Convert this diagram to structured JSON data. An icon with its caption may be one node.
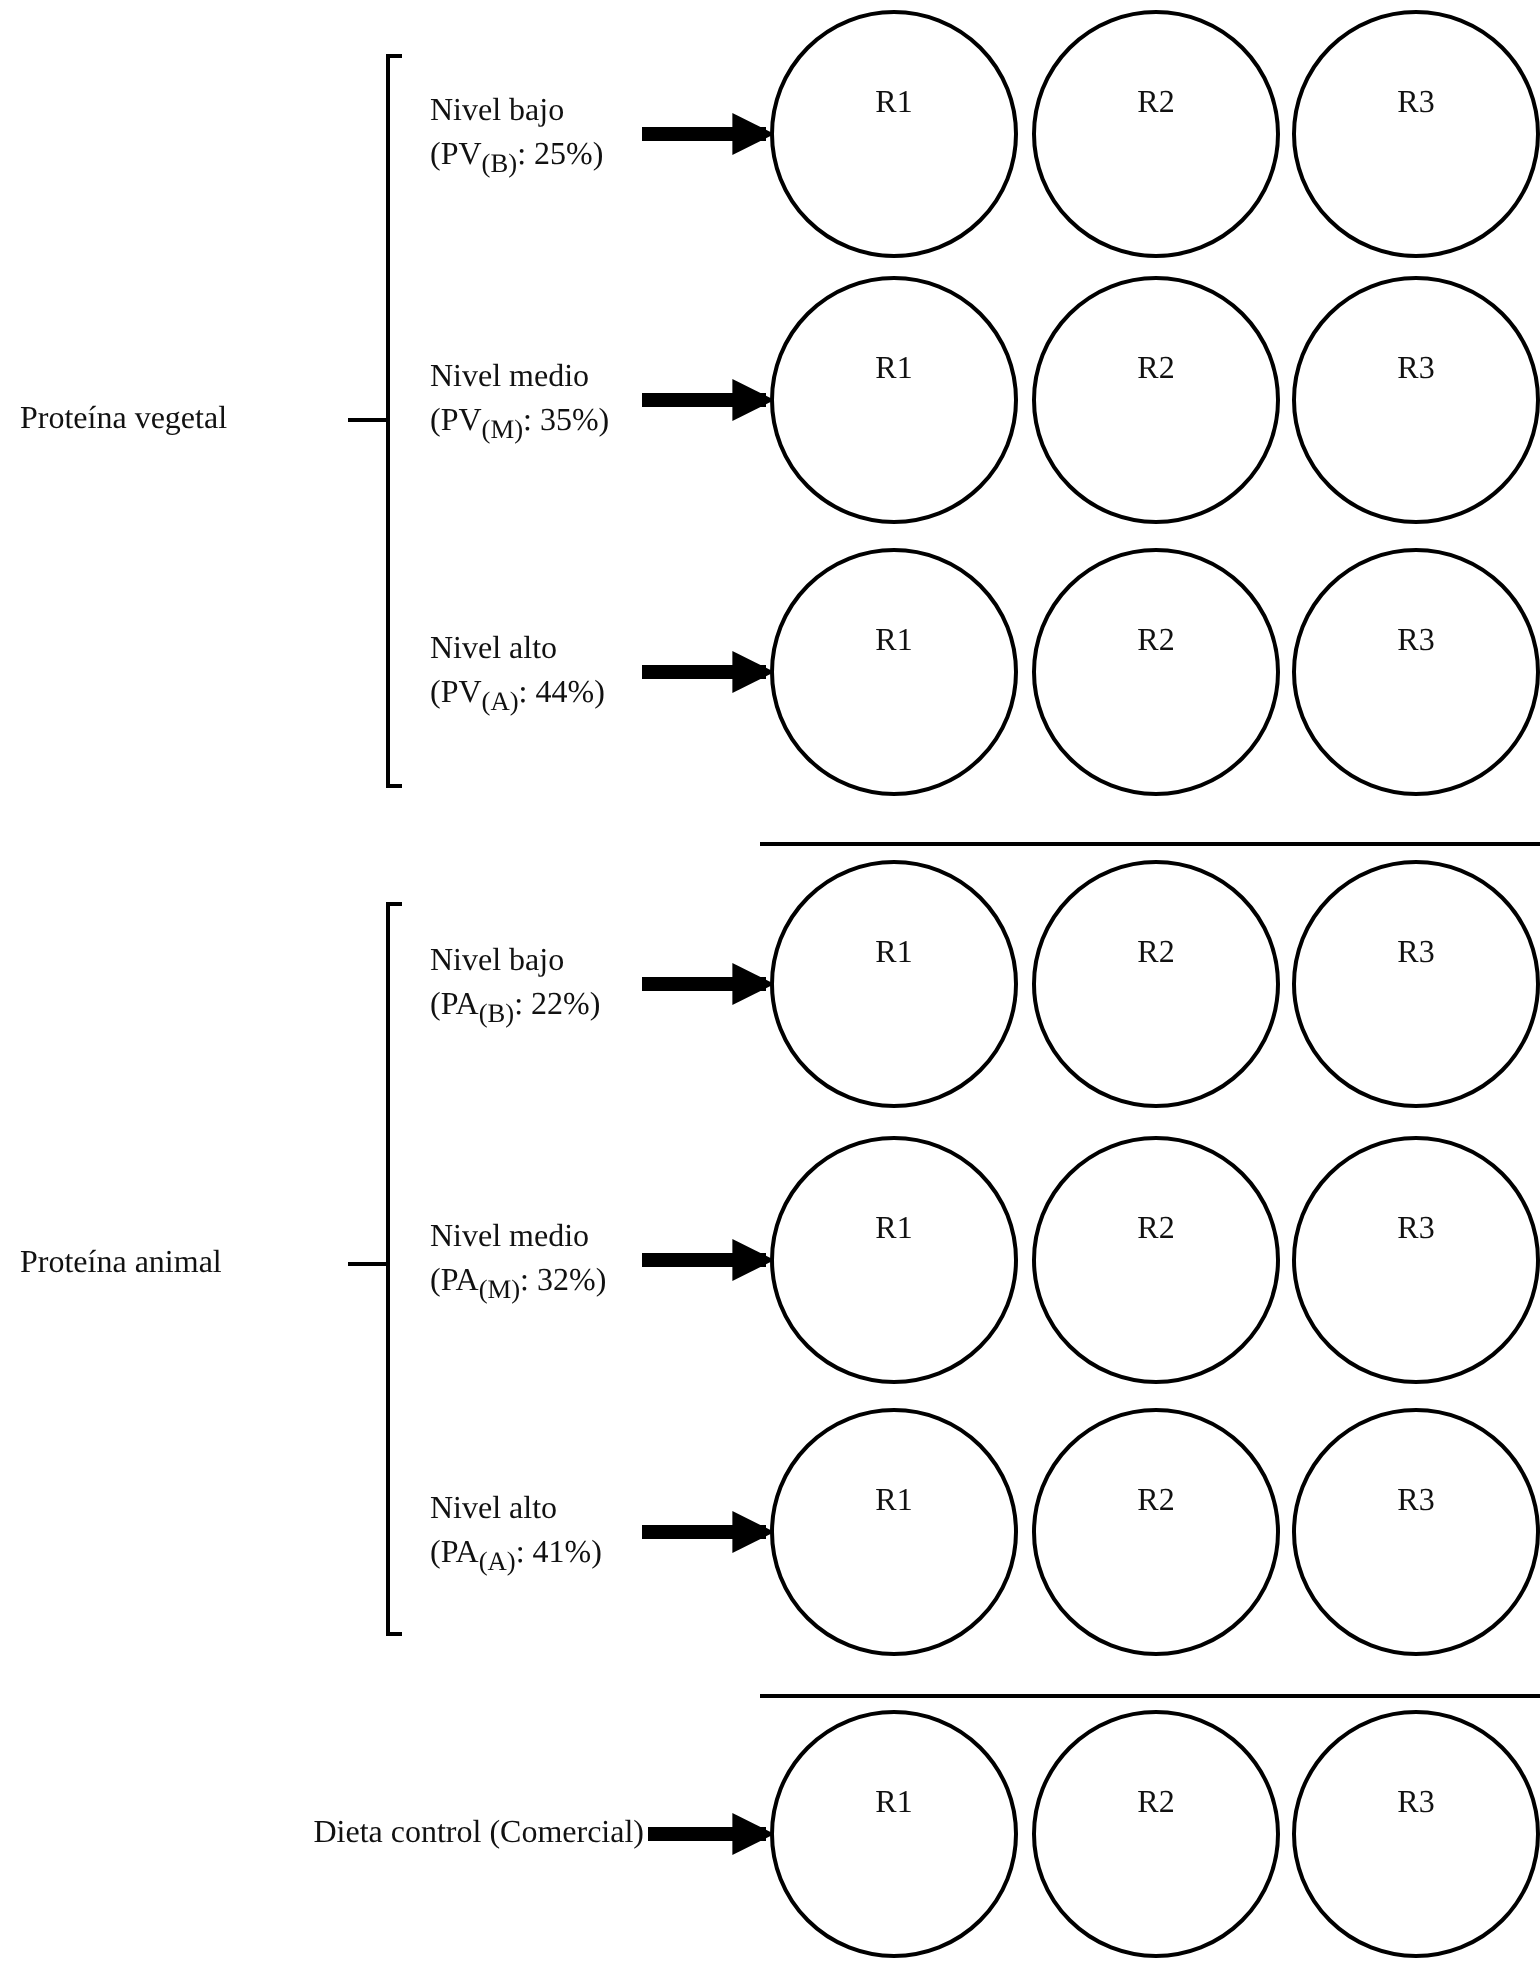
{
  "diagram": {
    "nodes": [
      {
        "text": [
          "Nivel bajo (PV$_{(B)}$: 25%)"
        ]
      },
      {
        "text": [
          "R1"
        ]
      },
      {
        "text": [
          "R2"
        ]
      },
      {
        "text": [
          "R3"
        ]
      },
      {
        "text": [
          "Nivel medio (PV$_{(M)}$: 35%)"
        ]
      },
      {
        "text": [
          "R1"
        ]
      },
      {
        "text": [
          "R2"
        ]
      },
      {
        "text": [
          "R3"
        ]
      },
      {
        "text": [
          "Nivel alto (PV$_{(A)}$: 44%)"
        ]
      },
      {
        "text": [
          "R1"
        ]
      },
      {
        "text": [
          "R2"
        ]
      },
      {
        "text": [
          "R3"
        ]
      },
      {
        "text": [
          "Nivel bajo (PA$_{(B)}$: 22%)"
        ]
      },
      {
        "text": [
          "R1"
        ]
      },
      {
        "text": [
          "R2"
        ]
      },
      {
        "text": [
          "R3"
        ]
      },
      {
        "text": [
          "Nivel medio (PA$_{(M)}$: 32%)"
        ]
      },
      {
        "text": [
          "R1"
        ]
      },
      {
        "text": [
          "R2"
        ]
      },
      {
        "text": [
          "R3"
        ]
      },
      {
        "text": [
          "Nivel alto (PA$_{(A)}$: 41%)"
        ]
      },
      {
        "text": [
          "R1"
        ]
      },
      {
        "text": [
          "R2"
        ]
      },
      {
        "text": [
          "R3"
        ]
      },
      {
        "text": [
          "Dieta control (Comercial)"
        ]
      },
      {
        "text": [
          "R1"
        ]
      },
      {
        "text": [
          "R2"
        ]
      },
      {
        "text": [
          "R3"
        ]
      }
    ],
    "edges": [
      {
        "from": 0,
        "to": 1,
        "arrow": "to"
      },
      {
        "from": 4,
        "to": 5,
        "arrow": "to"
      },
      {
        "from": 8,
        "to": 9,
        "arrow": "to"
      },
      {
        "from": 12,
        "to": 13,
        "arrow": "to"
      },
      {
        "from": 16,
        "to": 17,
        "arrow": "to"
      },
      {
        "from": 20,
        "to": 21,
        "arrow": "to"
      },
      {
        "from": 24,
        "to": 25,
        "arrow": "to"
      }
    ],
    "labels": [
      "Proteína vegetal",
      "Proteína animal"
    ]
  }
}
